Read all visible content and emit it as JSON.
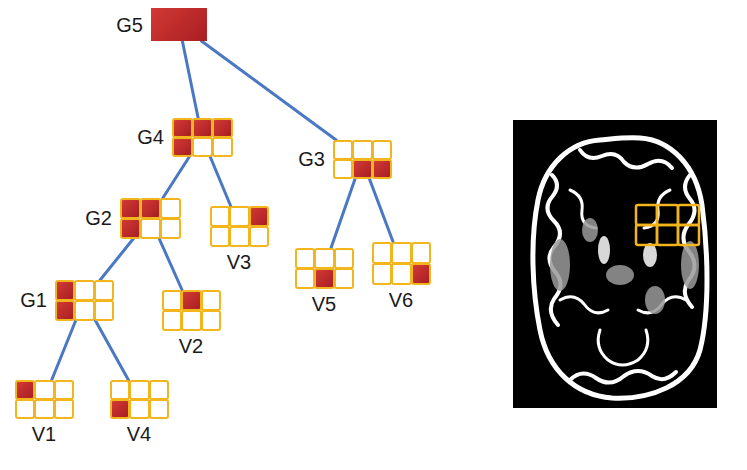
{
  "diagram": {
    "nodes": [
      {
        "text": [
          "G5"
        ]
      },
      {
        "text": [
          "G4"
        ]
      },
      {
        "text": [
          "G3"
        ]
      },
      {
        "text": [
          "G2"
        ]
      },
      {
        "text": [
          "V3"
        ]
      },
      {
        "text": [
          "G1"
        ]
      },
      {
        "text": [
          "V2"
        ]
      },
      {
        "text": [
          "V5"
        ]
      },
      {
        "text": [
          "V6"
        ]
      },
      {
        "text": [
          "V1"
        ]
      },
      {
        "text": [
          "V4"
        ]
      }
    ],
    "edges": [
      {
        "from": 0,
        "to": 1,
        "arrow": "none"
      },
      {
        "from": 0,
        "to": 2,
        "arrow": "none"
      },
      {
        "from": 1,
        "to": 3,
        "arrow": "none"
      },
      {
        "from": 1,
        "to": 4,
        "arrow": "none"
      },
      {
        "from": 3,
        "to": 5,
        "arrow": "none"
      },
      {
        "from": 3,
        "to": 6,
        "arrow": "none"
      },
      {
        "from": 5,
        "to": 9,
        "arrow": "none"
      },
      {
        "from": 5,
        "to": 10,
        "arrow": "none"
      },
      {
        "from": 2,
        "to": 7,
        "arrow": "none"
      },
      {
        "from": 2,
        "to": 8,
        "arrow": "none"
      }
    ]
  }
}
